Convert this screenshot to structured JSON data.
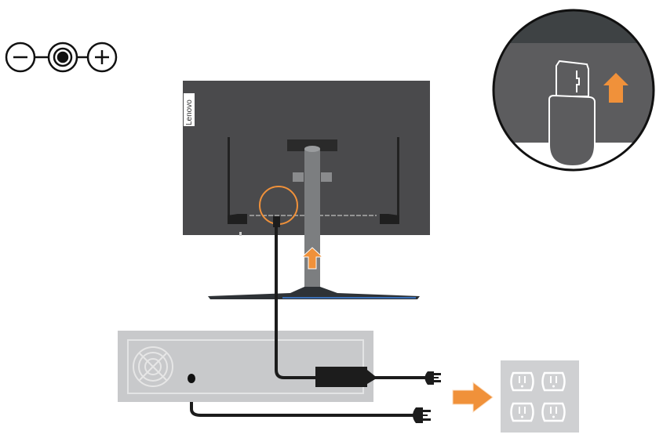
{
  "diagram": {
    "logo_text": "Lenovo",
    "polarity_symbol": {
      "negative": "minus",
      "center": "dc-jack",
      "positive": "plus"
    },
    "icons": [
      "polarity-symbol-icon",
      "monitor-rear-icon",
      "power-adapter-icon",
      "power-plug-icon",
      "wall-outlet-icon",
      "computer-case-icon",
      "arrow-up-icon",
      "arrow-right-icon",
      "usb-plug-icon"
    ],
    "colors": {
      "accent_orange": "#f0913a",
      "monitor_body": "#4a4a4c",
      "cable": "#1c1c1c",
      "case_gray": "#c8c9cb",
      "outlet_gray": "#cfd0d2"
    }
  }
}
